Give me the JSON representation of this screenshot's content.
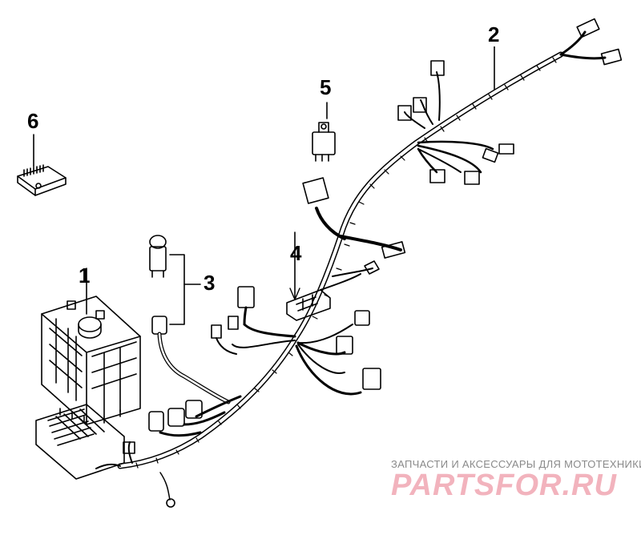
{
  "diagram": {
    "callouts": [
      {
        "id": "1",
        "text": "1"
      },
      {
        "id": "2",
        "text": "2"
      },
      {
        "id": "3",
        "text": "3"
      },
      {
        "id": "4",
        "text": "4"
      },
      {
        "id": "5",
        "text": "5"
      },
      {
        "id": "6",
        "text": "6"
      }
    ]
  },
  "watermark": {
    "tagline": "ЗАПЧАСТИ И АКСЕССУАРЫ ДЛЯ МОТОТЕХНИКИ",
    "brand": "PARTSFOR.RU"
  },
  "colors": {
    "line": "#000000",
    "watermark_brand": "#f2b3bd",
    "watermark_tagline": "#8a8a8a"
  }
}
